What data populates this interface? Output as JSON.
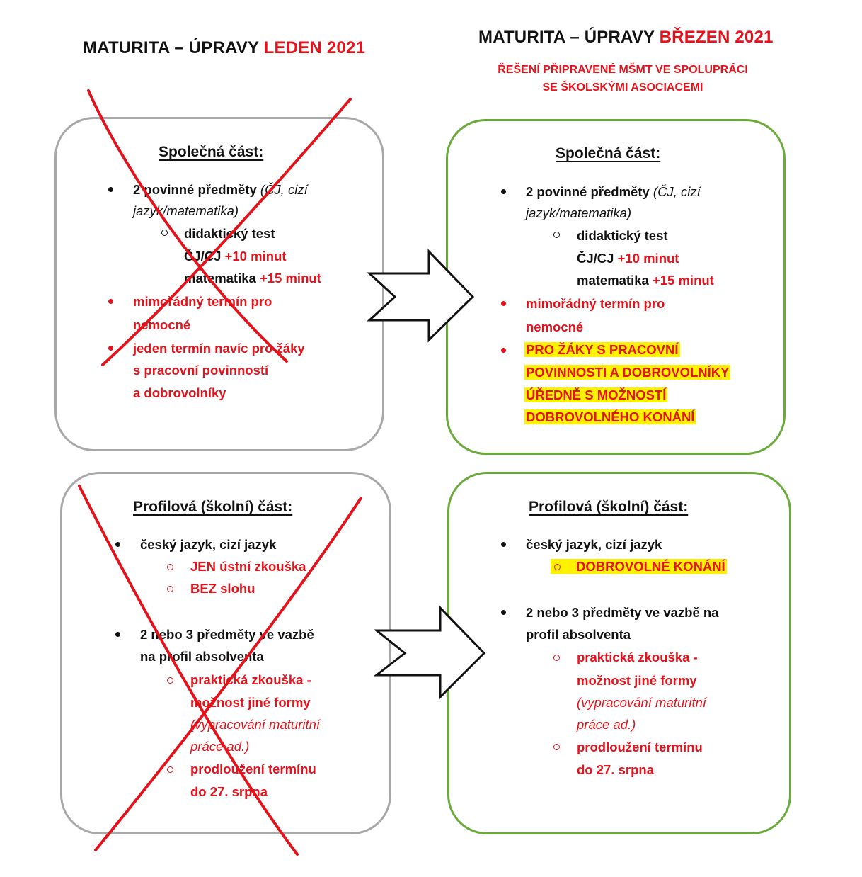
{
  "left_title": {
    "prefix": "MATURITA – ÚPRAVY ",
    "highlight": "LEDEN 2021"
  },
  "right_title": {
    "prefix": "MATURITA – ÚPRAVY ",
    "highlight": "BŘEZEN 2021"
  },
  "right_subtitle": {
    "line1": "ŘEŠENÍ PŘIPRAVENÉ MŠMT VE SPOLUPRÁCI",
    "line2": "SE ŠKOLSKÝMI ASOCIACEMI"
  },
  "colors": {
    "red": "#e4121b",
    "gray_border": "#a8a8a8",
    "green_border": "#6aaa3a",
    "highlight": "#fff200"
  },
  "january": {
    "common": {
      "heading": "Společná část:",
      "l1a": "2 povinné předměty",
      "l1b": " (ČJ, cizí",
      "l2": "jazyk/matematika)",
      "l3": "didaktický test",
      "l4a": "ČJ/CJ ",
      "l4b": "+10 minut",
      "l5a": "matematika ",
      "l5b": "+15 minut",
      "l6": "mimořádný termín pro",
      "l7": "nemocné",
      "l8": "jeden termín navíc pro žáky",
      "l9": "s pracovní povinností",
      "l10": "a dobrovolníky"
    },
    "profile": {
      "heading": "Profilová (školní) část:",
      "l1": "český jazyk, cizí jazyk",
      "l2": "JEN ústní zkouška",
      "l3": "BEZ slohu",
      "l4": "2 nebo 3 předměty ve vazbě",
      "l5": "na profil absolventa",
      "l6": "praktická zkouška -",
      "l7": "možnost jiné formy",
      "l8": "(vypracování maturitní",
      "l9": "práce ad.)",
      "l10": "prodloužení termínu",
      "l11": "do 27. srpna"
    }
  },
  "march": {
    "common": {
      "heading": "Společná část:",
      "l1a": "2 povinné předměty",
      "l1b": " (ČJ, cizí",
      "l2": "jazyk/matematika)",
      "l3": "didaktický test",
      "l4a": "ČJ/CJ ",
      "l4b": "+10 minut",
      "l5a": "matematika ",
      "l5b": "+15 minut",
      "l6": "mimořádný termín pro",
      "l7": "nemocné",
      "l8": "PRO ŽÁKY S PRACOVNÍ",
      "l9": "POVINNOSTI A DOBROVOLNÍKY",
      "l10": "ÚŘEDNĚ S MOŽNOSTÍ",
      "l11": "DOBROVOLNÉHO KONÁNÍ"
    },
    "profile": {
      "heading": "Profilová (školní) část:",
      "l1": "český jazyk, cizí jazyk",
      "l2": "DOBROVOLNÉ KONÁNÍ",
      "l3": "2 nebo 3 předměty ve vazbě na",
      "l4": "profil absolventa",
      "l5": "praktická zkouška -",
      "l6": "možnost jiné formy",
      "l7": "(vypracování maturitní",
      "l8": "práce ad.)",
      "l9": "prodloužení termínu",
      "l10": "do 27. srpna"
    }
  }
}
